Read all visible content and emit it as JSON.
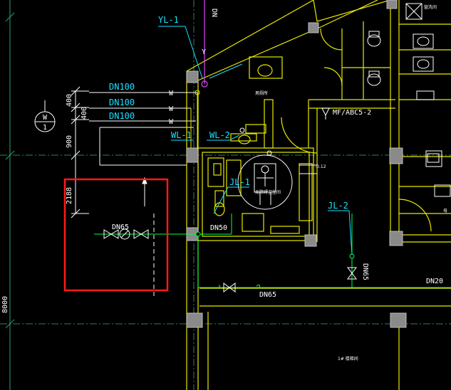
{
  "labels": {
    "yl1": "YL-1",
    "dn_top": "DN",
    "y_mark": "Y",
    "dn100_a": "DN100",
    "dn100_b": "DN100",
    "dn100_c": "DN100",
    "w_a": "W",
    "w_b": "W",
    "w_c": "W",
    "wl1": "WL-1",
    "wl2": "WL-2",
    "jl1": "JL-1",
    "jl2": "JL-2",
    "mf": "MF/ABC5-2",
    "dn65_left": "DN65",
    "dn50": "DN50",
    "dn65_valve": "DN65",
    "dn65_bottom": "DN65",
    "dn20": "DN20",
    "dim_400": "400",
    "dim_400b": "400",
    "dim_900": "900",
    "dim_2188": "2188",
    "dim_8000": "8000",
    "axis_w": "W",
    "axis_1": "1",
    "room_male": "男厕所",
    "room_acc": "无障碍卫生间",
    "room_right": "母",
    "room_top_right": "盥洗间",
    "room_bottom": "1# 楼梯间",
    "elev": "-0.12"
  },
  "colors": {
    "background": "#000000",
    "wall": "#e8e800",
    "pipe_green": "#00ff44",
    "cyan": "#19e1ff",
    "magenta": "#e040ff",
    "highlight": "#ff1a1a",
    "white": "#ffffff",
    "column": "#8a8a8a"
  }
}
